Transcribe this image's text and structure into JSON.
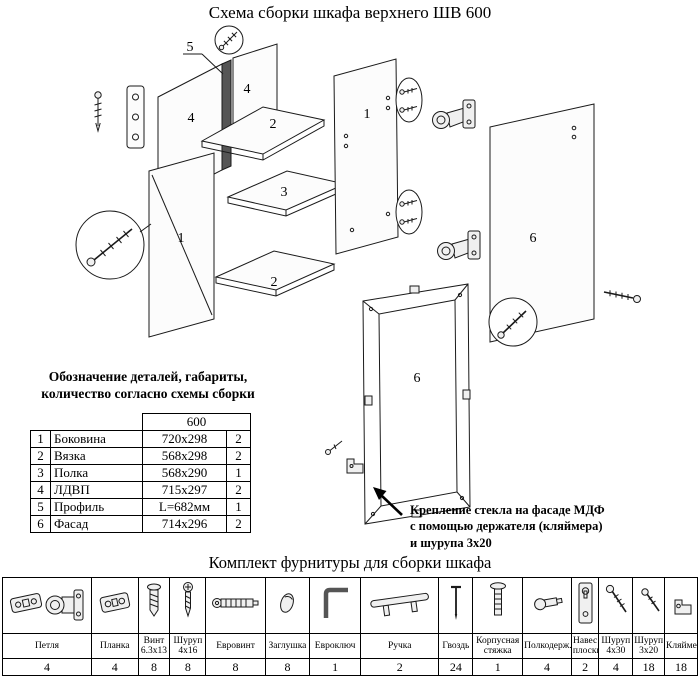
{
  "title": "Схема сборки шкафа верхнего ШВ 600",
  "colors": {
    "ink": "#000000",
    "panel_fill": "#fcfcfc"
  },
  "parts_note": {
    "line1": "Обозначение деталей, габариты,",
    "line2": "количество согласно схемы сборки"
  },
  "parts_table": {
    "size_header": "600",
    "rows": [
      {
        "num": "1",
        "name": "Боковина",
        "size": "720x298",
        "qty": "2"
      },
      {
        "num": "2",
        "name": "Вязка",
        "size": "568x298",
        "qty": "2"
      },
      {
        "num": "3",
        "name": "Полка",
        "size": "568x290",
        "qty": "1"
      },
      {
        "num": "4",
        "name": "ЛДВП",
        "size": "715x297",
        "qty": "2"
      },
      {
        "num": "5",
        "name": "Профиль",
        "size": "L=682мм",
        "qty": "1"
      },
      {
        "num": "6",
        "name": "Фасад",
        "size": "714x296",
        "qty": "2"
      }
    ]
  },
  "glass_note": {
    "line1": "Крепление стекла на фасаде МДФ",
    "line2": "с помощью держателя (кляймера)",
    "line3": "и шурупа 3x20"
  },
  "hardware": {
    "title": "Комплект фурнитуры для сборки шкафа",
    "items": [
      {
        "name": "Петля",
        "qty": "4",
        "icon": "hinge-icon"
      },
      {
        "name": "Планка",
        "qty": "4",
        "icon": "mounting-plate-icon"
      },
      {
        "name": "Винт 6.3x13",
        "qty": "8",
        "icon": "bolt-screw-icon"
      },
      {
        "name": "Шуруп 4x16",
        "qty": "8",
        "icon": "wood-screw-icon"
      },
      {
        "name": "Евровинт",
        "qty": "8",
        "icon": "confirmat-screw-icon"
      },
      {
        "name": "Заглушка",
        "qty": "8",
        "icon": "cap-icon"
      },
      {
        "name": "Евроключ",
        "qty": "1",
        "icon": "hex-key-icon"
      },
      {
        "name": "Ручка",
        "qty": "2",
        "icon": "handle-icon"
      },
      {
        "name": "Гвоздь",
        "qty": "24",
        "icon": "nail-icon"
      },
      {
        "name": "Корпусная стяжка",
        "qty": "1",
        "icon": "cabinet-bolt-icon"
      },
      {
        "name": "Полкодерж.",
        "qty": "4",
        "icon": "shelf-pin-icon"
      },
      {
        "name": "Навес плоский",
        "qty": "2",
        "icon": "flat-hanger-icon"
      },
      {
        "name": "Шуруп 4x30",
        "qty": "4",
        "icon": "screw-4x30-icon"
      },
      {
        "name": "Шуруп 3x20",
        "qty": "18",
        "icon": "screw-3x20-icon"
      },
      {
        "name": "Кляймер",
        "qty": "18",
        "icon": "glass-clip-icon"
      }
    ]
  },
  "diagram": {
    "labels": {
      "profile": "5",
      "back_left": "4",
      "back_right": "4",
      "shelf_top": "2",
      "shelf_mid": "3",
      "shelf_bottom": "2",
      "side_left": "1",
      "side_right": "1",
      "facade": "6",
      "frame": "6"
    }
  }
}
